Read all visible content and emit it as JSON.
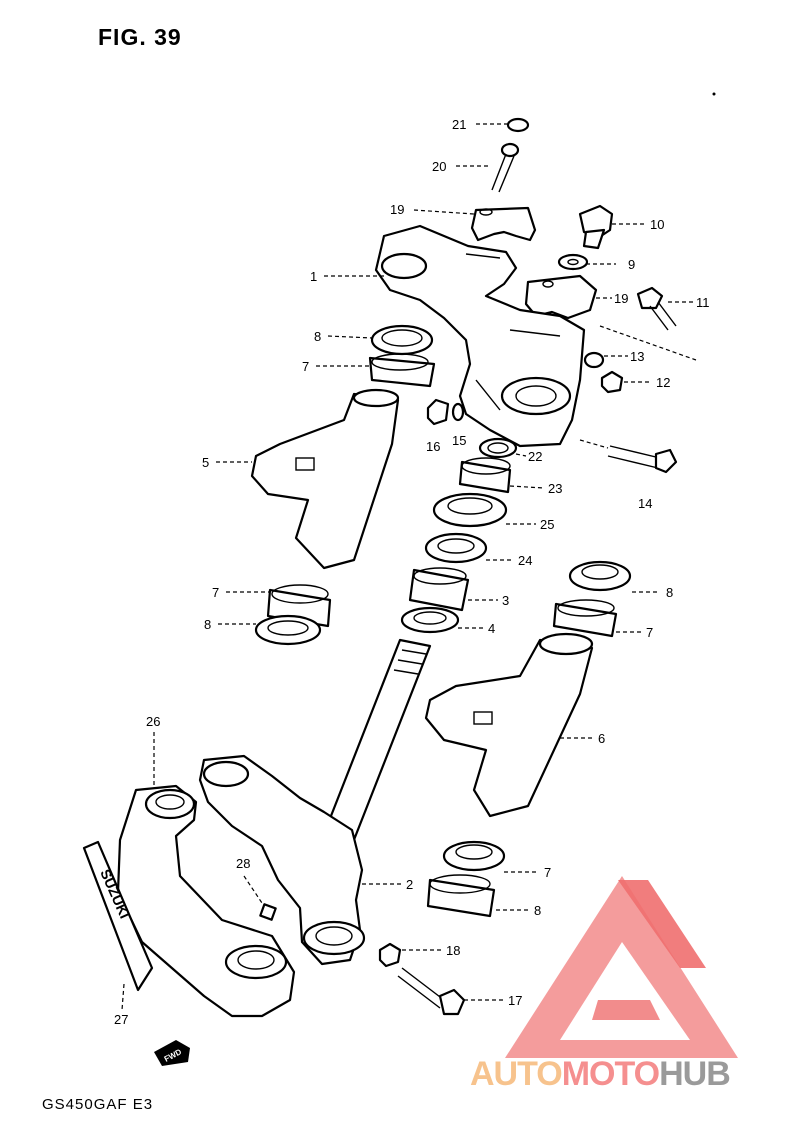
{
  "figure": {
    "title": "FIG. 39",
    "model_code": "GS450GAF E3",
    "fwd_label": "FWD",
    "emblem_text": "SUZUKI"
  },
  "callouts": [
    "21",
    "20",
    "19",
    "10",
    "1",
    "9",
    "19",
    "11",
    "8",
    "13",
    "7",
    "12",
    "16",
    "15",
    "22",
    "14",
    "5",
    "23",
    "25",
    "24",
    "7",
    "3",
    "8",
    "4",
    "8",
    "7",
    "6",
    "26",
    "2",
    "28",
    "7",
    "8",
    "18",
    "27",
    "17"
  ],
  "watermark": {
    "brand_parts": [
      "AUTO",
      "MOTO",
      "HUB"
    ],
    "colors": {
      "auto": "#f7c38d",
      "moto": "#f58f8f",
      "hub": "#9a9a9a",
      "logo": "#ef6f6f"
    }
  }
}
